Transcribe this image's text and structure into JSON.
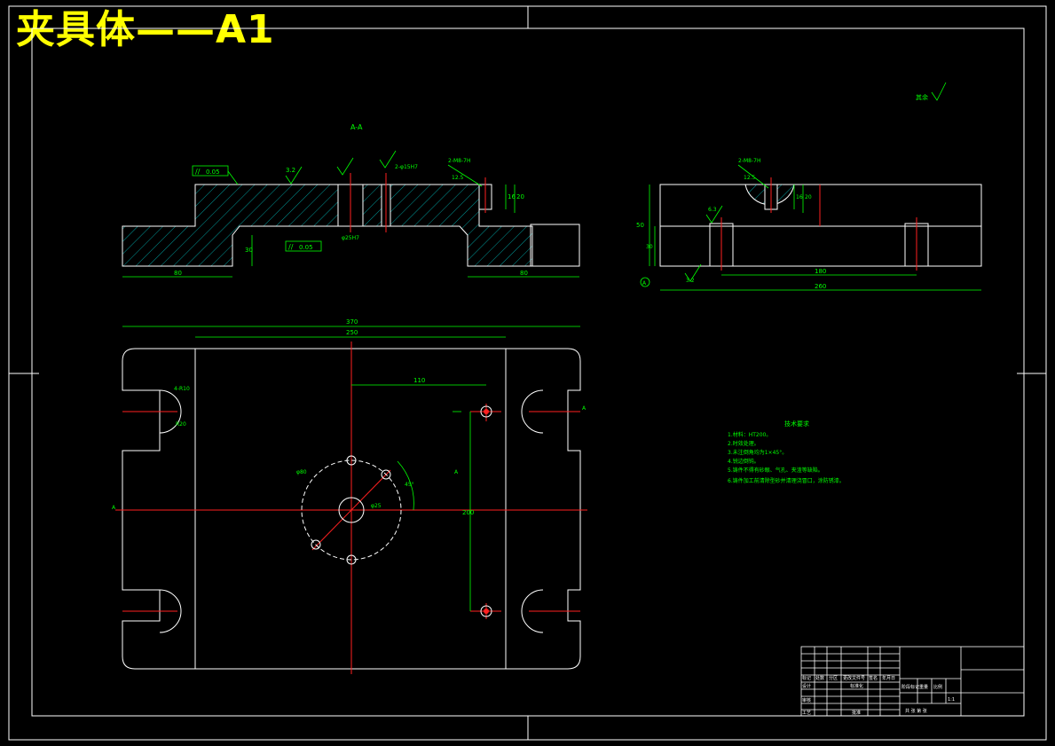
{
  "title": "夹具体——A1",
  "colors": {
    "background": "#000000",
    "outline": "#ffffff",
    "dimension": "#00ff00",
    "centerline": "#ff2020",
    "hatch": "#00c0c0",
    "title_text": "#ffff00"
  },
  "section_view": {
    "label": "A-A",
    "flatness": "0.05",
    "perpendicularity": "0.05",
    "rough_top": "3.2",
    "rough_thread": "12.5",
    "thread_callout": "2-M8-7H",
    "bore_callout": "2-φ15H7",
    "bore_dim": "φ25H7",
    "dim_left": "80",
    "dim_right": "80",
    "dim_height": "30",
    "dim_depth": "20",
    "dim_depth2": "16",
    "rough_left_small": "3.2"
  },
  "side_view": {
    "thread_callout": "2-M8-7H",
    "rough_thread": "12.5",
    "rough_bore": "6.3",
    "rough_bottom": "3.2",
    "dim_height": "50",
    "dim_sub_height": "30",
    "dim_inner": "180",
    "dim_overall": "260",
    "dim_depth": "20",
    "dim_depth2": "16",
    "datum": "A"
  },
  "top_view": {
    "dim_overall": "370",
    "dim_inner": "250",
    "dim_110": "110",
    "dim_vertical": "200",
    "slot_callout": "4-R10",
    "slot_r": "R20",
    "pcd": "φ80",
    "center_hole": "φ25",
    "angle": "45°",
    "view_mark": "A",
    "section_mark_left": "A",
    "section_mark_right": "A"
  },
  "roughness_default": "其余",
  "tech_req": {
    "heading": "技术要求",
    "lines": [
      "1.材料：HT200。",
      "2.时效处理。",
      "3.未注倒角均为1×45°。",
      "4.锐边倒钝。",
      "5.铸件不得有砂眼、气孔、夹渣等缺陷。",
      "6.铸件加工前清除型砂并清理浇冒口，涂防锈漆。"
    ]
  },
  "title_block": {
    "marks_header": "标记",
    "count_header": "处数",
    "zone_header": "分区",
    "change_header": "更改文件号",
    "sign_header": "签名",
    "date_header": "年月日",
    "designer": "设计",
    "standardize": "标准化",
    "review": "审核",
    "process": "工艺",
    "approve": "批准",
    "stage_mark": "阶段标记",
    "weight": "重量",
    "scale": "比例",
    "scale_value": "1:1",
    "sheets": "共 张 第 张"
  }
}
